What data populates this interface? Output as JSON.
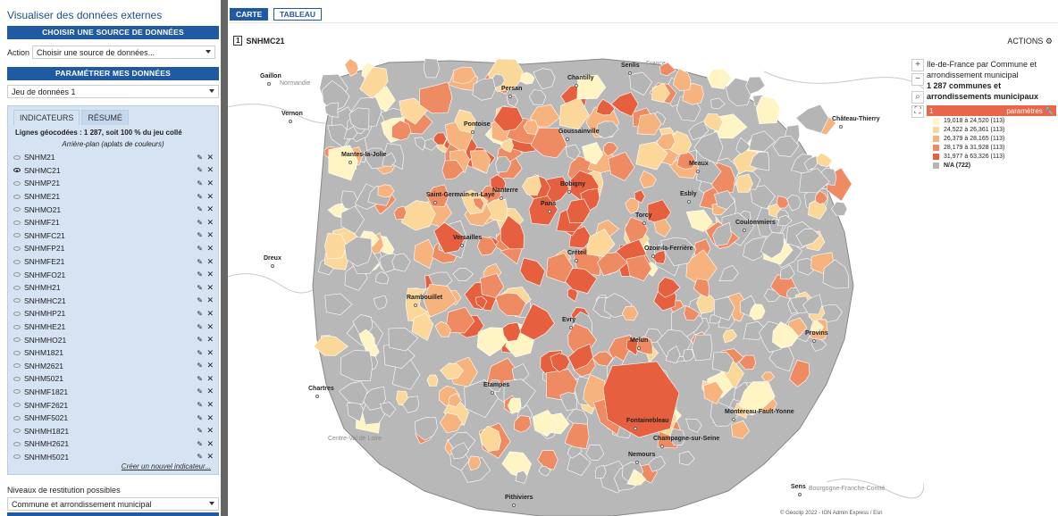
{
  "left": {
    "title": "Visualiser des données externes",
    "source_header": "CHOISIR UNE SOURCE DE DONNÉES",
    "action_label": "Action",
    "action_value": "Choisir une source de données...",
    "params_header": "PARAMÉTRER MES DONNÉES",
    "dataset_value": "Jeu de données 1",
    "tabs": [
      "INDICATEURS",
      "RÉSUMÉ"
    ],
    "lines_info": "Lignes géocodées : 1 287, soit 100 % du jeu collé",
    "background_info": "Arrière-plan (aplats de couleurs)",
    "indicators": [
      "SNHM21",
      "SNHMC21",
      "SNHMP21",
      "SNHME21",
      "SNHMO21",
      "SNHMF21",
      "SNHMFC21",
      "SNHMFP21",
      "SNHMFE21",
      "SNHMFO21",
      "SNHMH21",
      "SNHMHC21",
      "SNHMHP21",
      "SNHMHE21",
      "SNHMHO21",
      "SNHM1821",
      "SNHM2621",
      "SNHM5021",
      "SNHMF1821",
      "SNHMF2621",
      "SNHMF5021",
      "SNHMH1821",
      "SNHMH2621",
      "SNHMH5021"
    ],
    "active_indicator": "SNHMC21",
    "new_indicator": "Créer un nouvel indicateur...",
    "levels_label": "Niveaux de restitution possibles",
    "levels_value": "Commune et arrondissement municipal"
  },
  "main": {
    "btn_carte": "CARTE",
    "btn_tableau": "TABLEAU",
    "map_title_num": "1",
    "map_title": "SNHMC21",
    "actions": "ACTIONS",
    "zoom_in": "+",
    "zoom_out": "−",
    "attribution": "© Géoclip 2022 - IGN Admin Express / Esri"
  },
  "legend": {
    "line1": "Ile-de-France par Commune et arrondissement municipal",
    "count": "1 287",
    "count_label": "communes et arrondissements municipaux",
    "num": "1",
    "params": "paramètres",
    "classes": [
      {
        "label": "19,018 à 24,520 (113)",
        "color": "#fff4c4"
      },
      {
        "label": "24,522 à 26,361 (113)",
        "color": "#fbd89a"
      },
      {
        "label": "26,379 à 28,165 (113)",
        "color": "#f7b37e"
      },
      {
        "label": "28,179 à 31,928 (113)",
        "color": "#ef8b62"
      },
      {
        "label": "31,977 à 63,326 (113)",
        "color": "#e6603f"
      },
      {
        "label": "N/A (722)",
        "color": "#b5b5b5"
      }
    ]
  },
  "cities": [
    {
      "name": "Gaillon",
      "light": false
    },
    {
      "name": "Normandie",
      "light": true
    },
    {
      "name": "Vernon",
      "light": false
    },
    {
      "name": "Chantilly",
      "light": false
    },
    {
      "name": "Senlis",
      "light": false
    },
    {
      "name": "France",
      "light": true
    },
    {
      "name": "Persan",
      "light": false
    },
    {
      "name": "Pontoise",
      "light": false
    },
    {
      "name": "Goussainville",
      "light": false
    },
    {
      "name": "Château-Thierry",
      "light": false
    },
    {
      "name": "Mantes-la-Jolie",
      "light": false
    },
    {
      "name": "Meaux",
      "light": false
    },
    {
      "name": "Bobigny",
      "light": false
    },
    {
      "name": "Nanterre",
      "light": false
    },
    {
      "name": "Saint-Germain-en-Laye",
      "light": false
    },
    {
      "name": "Esbly",
      "light": false
    },
    {
      "name": "Paris",
      "light": false
    },
    {
      "name": "Torcy",
      "light": false
    },
    {
      "name": "Coulommiers",
      "light": false
    },
    {
      "name": "Versailles",
      "light": false
    },
    {
      "name": "Ozoir-la-Ferrière",
      "light": false
    },
    {
      "name": "Dreux",
      "light": false
    },
    {
      "name": "Créteil",
      "light": false
    },
    {
      "name": "Rambouillet",
      "light": false
    },
    {
      "name": "Evry",
      "light": false
    },
    {
      "name": "Provins",
      "light": false
    },
    {
      "name": "Melun",
      "light": false
    },
    {
      "name": "Chartres",
      "light": false
    },
    {
      "name": "Etampes",
      "light": false
    },
    {
      "name": "Fontainebleau",
      "light": false
    },
    {
      "name": "Montereau-Fault-Yonne",
      "light": false
    },
    {
      "name": "Champagne-sur-Seine",
      "light": false
    },
    {
      "name": "Centre-Val de Loire",
      "light": true
    },
    {
      "name": "Nemours",
      "light": false
    },
    {
      "name": "Pithiviers",
      "light": false
    },
    {
      "name": "Sens",
      "light": false
    },
    {
      "name": "Bourgogne-Franche-Comté",
      "light": true
    }
  ]
}
